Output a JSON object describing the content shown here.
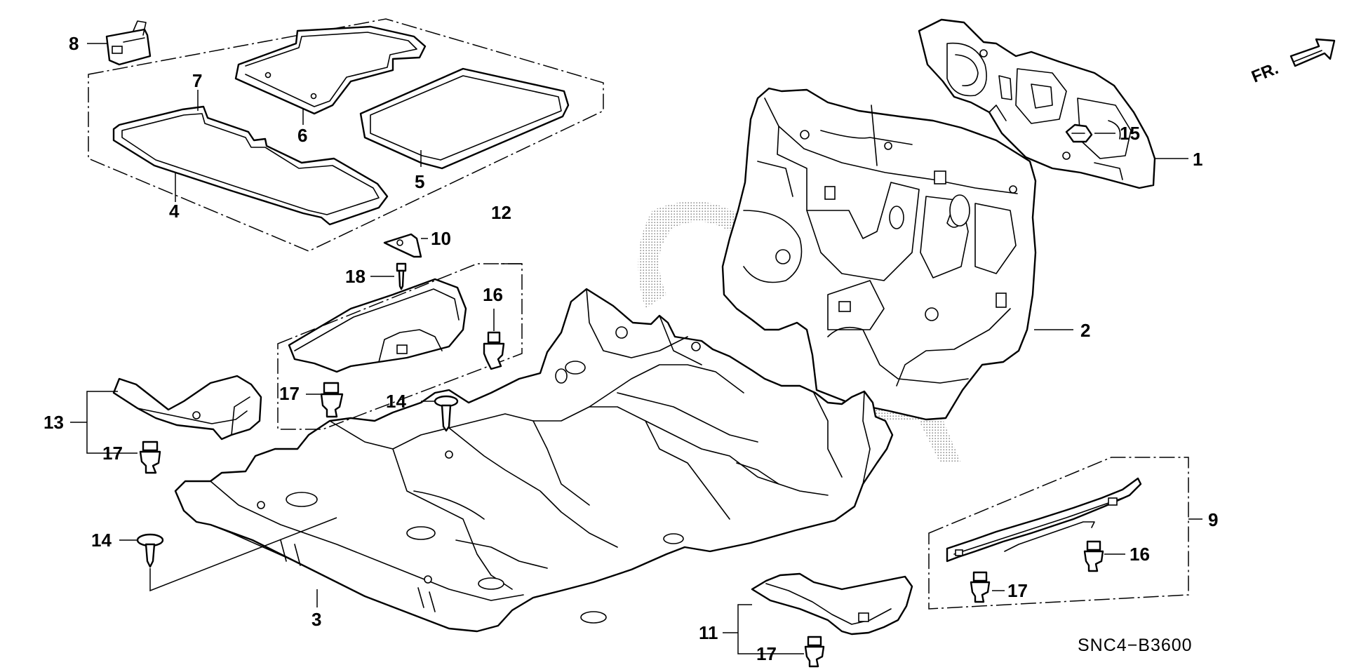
{
  "diagram": {
    "direction_label": "FR.",
    "drawing_code": "SNC4−B3600",
    "callouts": {
      "c1": "1",
      "c2": "2",
      "c3": "3",
      "c4": "4",
      "c5": "5",
      "c6": "6",
      "c7": "7",
      "c8": "8",
      "c9": "9",
      "c10": "10",
      "c11": "11",
      "c12": "12",
      "c13": "13",
      "c14a": "14",
      "c14b": "14",
      "c15": "15",
      "c16a": "16",
      "c16b": "16",
      "c17a": "17",
      "c17b": "17",
      "c17c": "17",
      "c17d": "17",
      "c18": "18"
    },
    "colors": {
      "line": "#000000",
      "background": "#ffffff",
      "watermark": "#9a9a9a"
    }
  }
}
